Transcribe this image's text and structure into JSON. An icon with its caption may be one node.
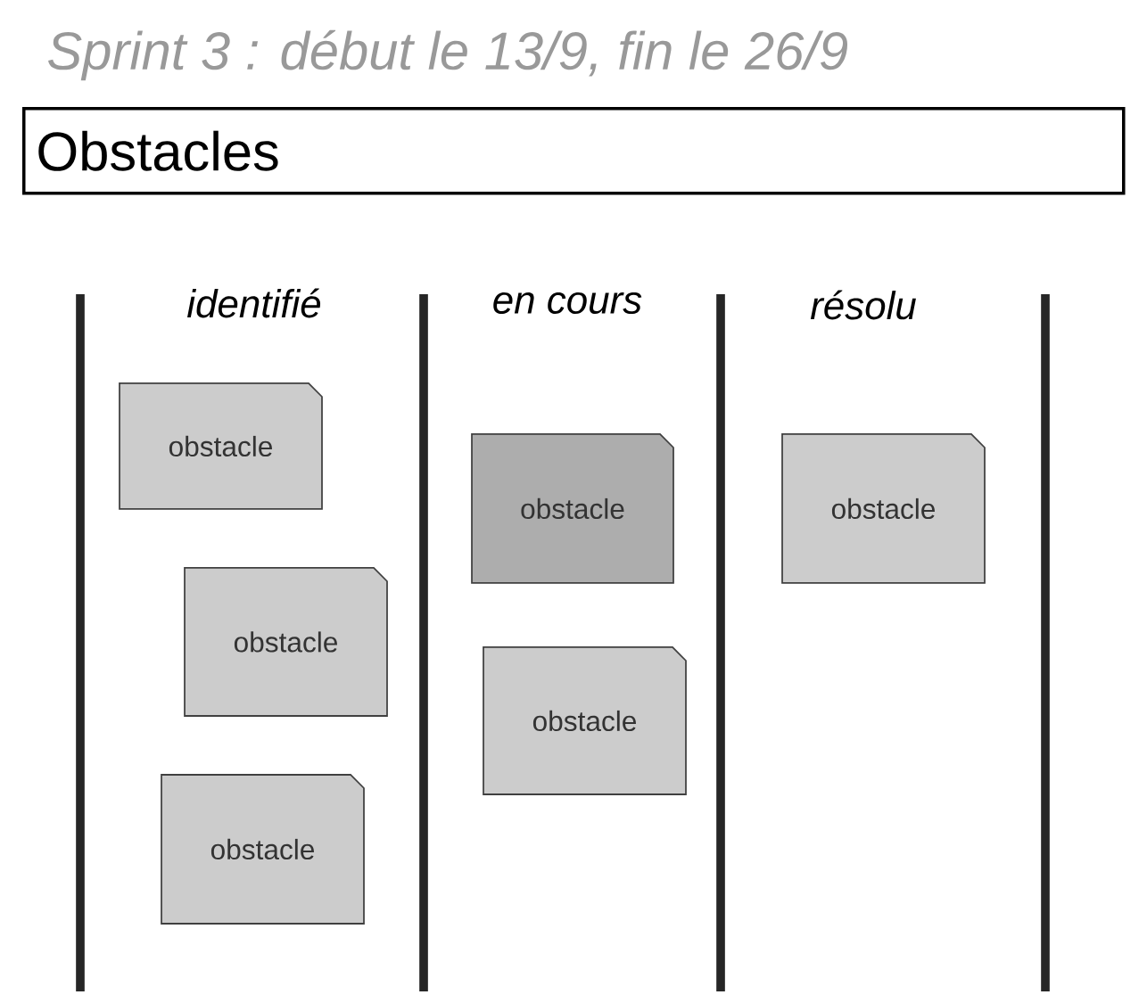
{
  "diagram": {
    "title": "Sprint 3 : début le 13/9, fin le 26/9",
    "nodes": [
      {
        "text": [
          "Obstacles"
        ]
      },
      {
        "text": [
          "obstacle"
        ]
      },
      {
        "text": [
          "obstacle"
        ]
      },
      {
        "text": [
          "obstacle"
        ]
      },
      {
        "text": [
          "obstacle"
        ]
      },
      {
        "text": [
          "obstacle"
        ]
      },
      {
        "text": [
          "obstacle"
        ]
      }
    ],
    "edges": [],
    "labels": [
      "identifié",
      "en cours",
      "résolu"
    ]
  }
}
